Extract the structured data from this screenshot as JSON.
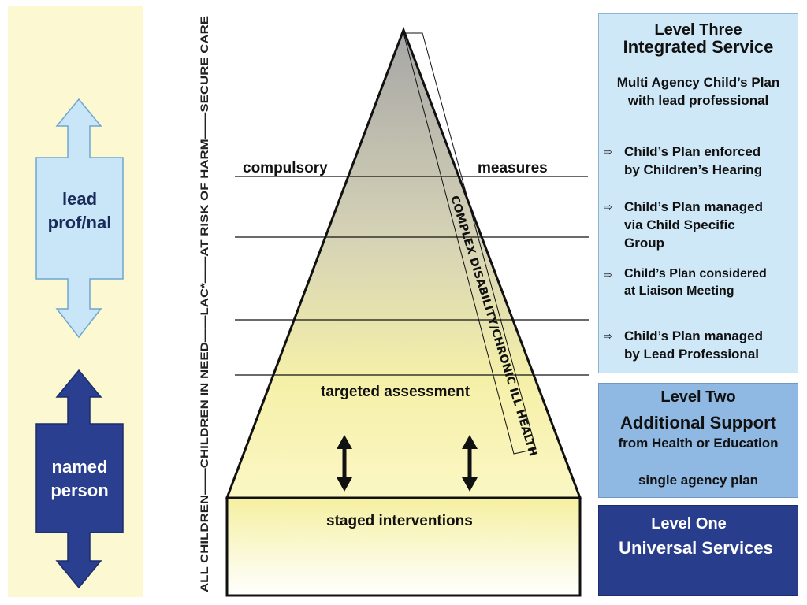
{
  "left": {
    "upper_arrow_label": [
      "lead",
      "prof/nal"
    ],
    "lower_arrow_label": [
      "named",
      "person"
    ],
    "colors": {
      "panel": "#fbf8d2",
      "upper": "#c8e6f8",
      "lower": "#2a3f8f"
    }
  },
  "scale": {
    "text": "ALL CHILDREN——CHILDREN IN NEED——LAC*——AT RISK OF HARM——SECURE CARE"
  },
  "pyramid": {
    "compulsory": "compulsory",
    "measures": "measures",
    "targeted": "targeted assessment",
    "staged": "staged interventions",
    "diagonal": "COMPLEX DISABILITY/CHRONIC ILL HEALTH"
  },
  "level3": {
    "title": "Level Three",
    "name": "Integrated Service",
    "sub": [
      "Multi Agency Child’s Plan",
      "with lead professional"
    ],
    "items": [
      [
        "Child’s Plan enforced",
        "by Children’s Hearing"
      ],
      [
        "Child’s Plan managed",
        "via Child Specific",
        "Group"
      ],
      [
        "Child’s Plan considered",
        "at Liaison Meeting"
      ],
      [
        "Child’s Plan managed",
        "by Lead Professional"
      ]
    ]
  },
  "level2": {
    "title": "Level Two",
    "name": "Additional Support",
    "sub": "from Health or Education",
    "plan": "single agency plan"
  },
  "level1": {
    "title": "Level One",
    "name": "Universal Services"
  },
  "icons": {
    "bullet": "⇨"
  }
}
